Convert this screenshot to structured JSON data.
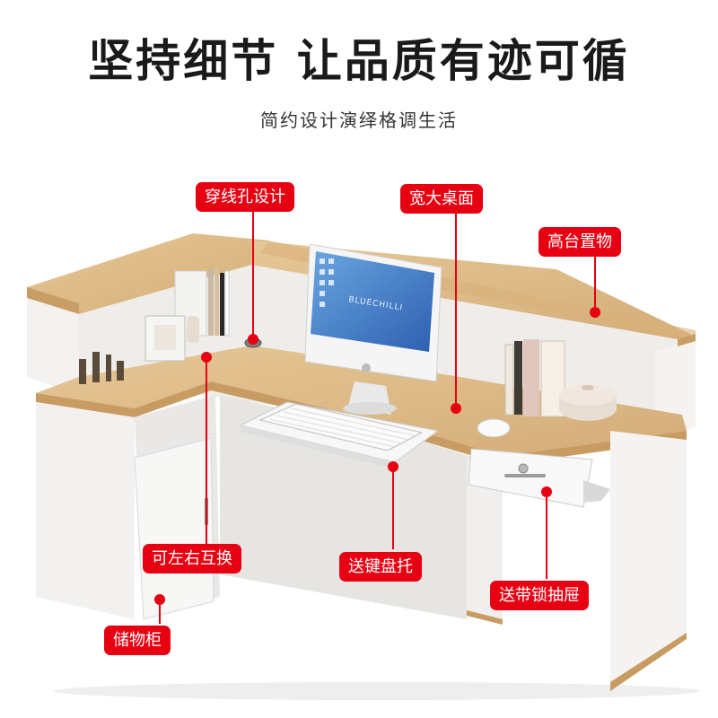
{
  "headline": "坚持细节 让品质有迹可循",
  "subheadline": "简约设计演绎格调生活",
  "callouts": {
    "cable_hole": "穿线孔设计",
    "wide_desktop": "宽大桌面",
    "high_shelf": "高台置物",
    "reversible_door": "可左右互换",
    "keyboard_tray": "送键盘托",
    "lock_drawer": "送带锁抽屉",
    "storage_cabinet": "储物柜"
  },
  "monitor_brand": "BLUECHILLI",
  "colors": {
    "callout_red": "#e60012",
    "wood": "#dcb683",
    "white_panel": "#f1f0ee"
  }
}
